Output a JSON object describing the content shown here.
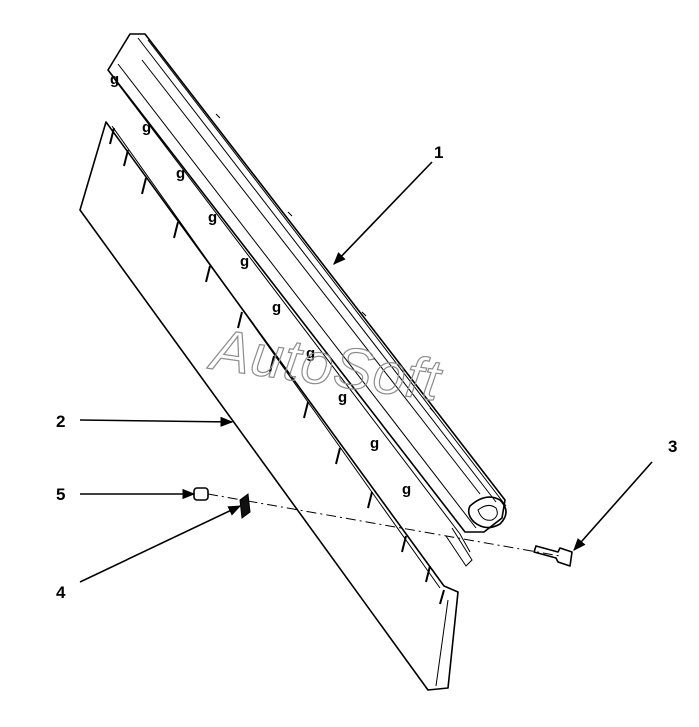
{
  "diagram": {
    "watermark": "AutoSoft",
    "callouts": [
      {
        "id": "1",
        "label": "1"
      },
      {
        "id": "2",
        "label": "2"
      },
      {
        "id": "3",
        "label": "3"
      },
      {
        "id": "4",
        "label": "4"
      },
      {
        "id": "5",
        "label": "5"
      }
    ]
  }
}
